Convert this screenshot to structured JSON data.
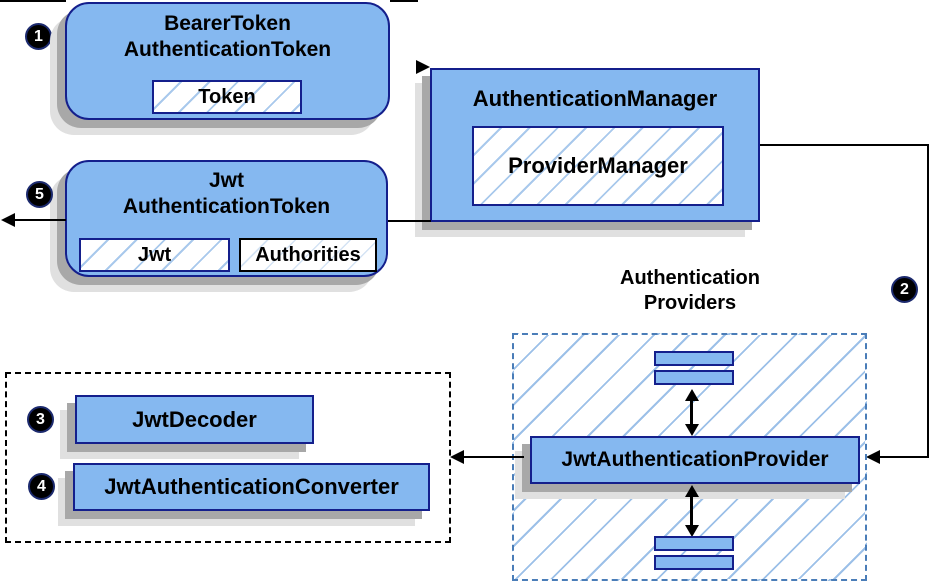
{
  "badges": {
    "step1": "1",
    "step2": "2",
    "step3": "3",
    "step4": "4",
    "step5": "5"
  },
  "nodes": {
    "bearer_token": {
      "title_line1": "BearerToken",
      "title_line2": "AuthenticationToken",
      "token_label": "Token"
    },
    "authentication_manager": {
      "title": "AuthenticationManager",
      "provider_manager_label": "ProviderManager"
    },
    "jwt_authentication_token": {
      "title_line1": "Jwt",
      "title_line2": "AuthenticationToken",
      "jwt_label": "Jwt",
      "authorities_label": "Authorities"
    },
    "authentication_providers": {
      "label_line1": "Authentication",
      "label_line2": "Providers",
      "jwt_authentication_provider_label": "JwtAuthenticationProvider"
    },
    "jwt_tools": {
      "jwt_decoder_label": "JwtDecoder",
      "jwt_authentication_converter_label": "JwtAuthenticationConverter"
    }
  },
  "colors": {
    "box_fill": "#85b8f0",
    "box_border": "#141f8c",
    "hatch": "#a9c9ec",
    "hatch_light": "#9cc0e8",
    "dashed_blue": "#4a7db8",
    "dashed_black": "#000000",
    "shadow_dark": "#a8a8a8",
    "shadow_light": "#e0e0e0",
    "arrow": "#000000",
    "badge_bg": "#000000",
    "badge_text": "#ffffff"
  }
}
